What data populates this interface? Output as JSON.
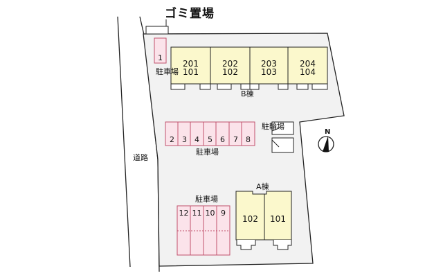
{
  "garbage_label": "ゴミ置場",
  "road_label": "道路",
  "building_b": {
    "label": "B棟",
    "units": [
      {
        "upper": "201",
        "lower": "101"
      },
      {
        "upper": "202",
        "lower": "102"
      },
      {
        "upper": "203",
        "lower": "103"
      },
      {
        "upper": "204",
        "lower": "104"
      }
    ]
  },
  "building_a": {
    "label": "A棟",
    "units": [
      "102",
      "101"
    ]
  },
  "parking_1": {
    "slot": "1",
    "label": "駐車場"
  },
  "parking_2": {
    "slots": [
      "2",
      "3",
      "4",
      "5",
      "6",
      "7",
      "8"
    ],
    "label": "駐車場"
  },
  "parking_3": {
    "slots": [
      "12",
      "11",
      "10",
      "9"
    ],
    "label": "駐車場"
  },
  "bicycle_parking": {
    "label": "駐輪場"
  },
  "compass": {
    "label": "N"
  },
  "colors": {
    "building_fill": "#fbf8cc",
    "parking_fill": "#fbe3ea",
    "parking_stroke": "#c0506c",
    "lot_fill": "#f2f2f2",
    "line": "#1a1a1a"
  }
}
